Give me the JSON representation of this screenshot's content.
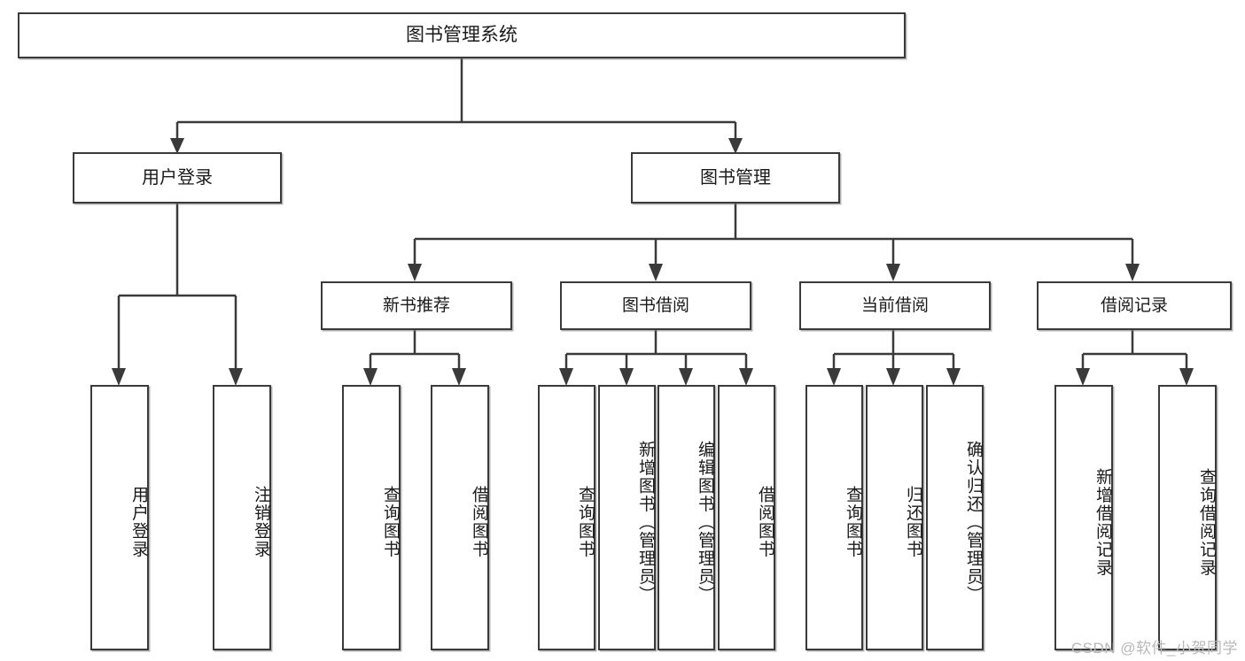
{
  "diagram": {
    "type": "tree",
    "title": "图书管理系统",
    "watermark": "CSDN @软件_小贺同学",
    "colors": {
      "box_border": "#3a3a3a",
      "box_fill": "#ffffff",
      "text": "#1a1a1a",
      "watermark": "#b8b8b8"
    },
    "root": {
      "label": "图书管理系统"
    },
    "level2": [
      {
        "label": "用户登录"
      },
      {
        "label": "图书管理"
      }
    ],
    "level3": [
      {
        "label": "新书推荐"
      },
      {
        "label": "图书借阅"
      },
      {
        "label": "当前借阅"
      },
      {
        "label": "借阅记录"
      }
    ],
    "leaves": {
      "user_login": [
        {
          "label": "用户登录"
        },
        {
          "label": "注销登录"
        }
      ],
      "new_book_recommend": [
        {
          "label": "查询图书"
        },
        {
          "label": "借阅图书"
        }
      ],
      "book_borrow": [
        {
          "label": "查询图书"
        },
        {
          "label": "新增图书（管理员）"
        },
        {
          "label": "编辑图书（管理员）"
        },
        {
          "label": "借阅图书"
        }
      ],
      "current_borrow": [
        {
          "label": "查询图书"
        },
        {
          "label": "归还图书"
        },
        {
          "label": "确认归还（管理员）"
        }
      ],
      "borrow_record": [
        {
          "label": "新增借阅记录"
        },
        {
          "label": "查询借阅记录"
        }
      ]
    }
  }
}
